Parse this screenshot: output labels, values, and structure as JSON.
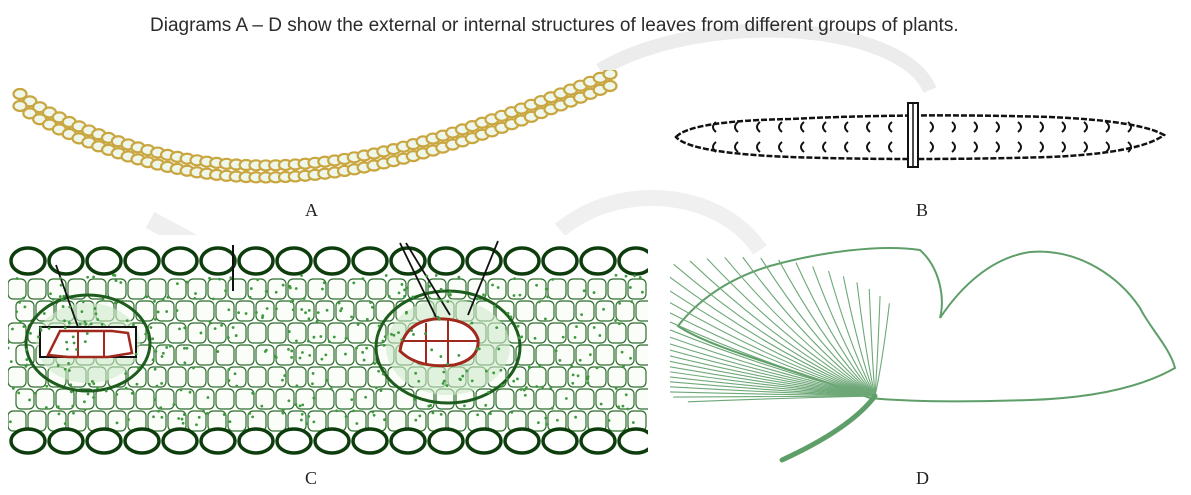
{
  "question": {
    "text": "Diagrams A – D show the external or internal structures of leaves from different groups of plants."
  },
  "diagrams": [
    {
      "id": "A",
      "label": "A",
      "subject": "leaf section"
    },
    {
      "id": "B",
      "label": "B",
      "subject": "leaf outline"
    },
    {
      "id": "C",
      "label": "C",
      "subject": "leaf cross-section"
    },
    {
      "id": "D",
      "label": "D",
      "subject": "fan-shaped leaf"
    }
  ],
  "colors": {
    "cell_wall_gold": "#c9a640",
    "chlorophyll_green": "#3f9a3f",
    "vein_green": "#6ea877",
    "xylem_red": "#a0281c",
    "ink": "#111111"
  }
}
